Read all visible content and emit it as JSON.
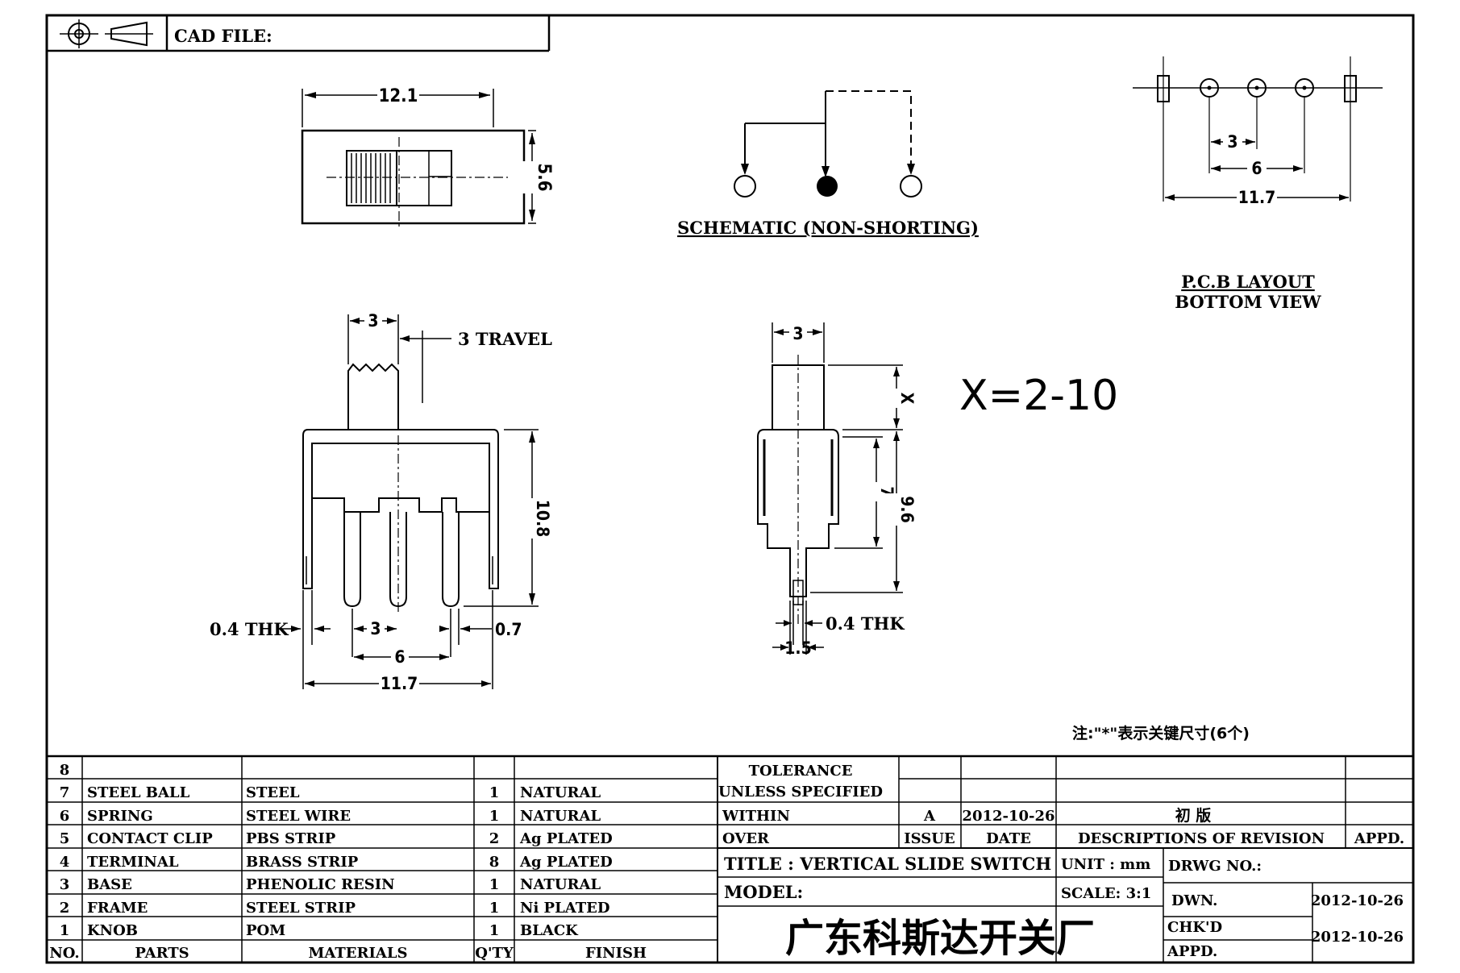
{
  "header": {
    "cad_file_label": "CAD FILE:"
  },
  "top_view": {
    "width_dim": "12.1",
    "height_dim": "5.6"
  },
  "schematic": {
    "title": "SCHEMATIC (NON-SHORTING)"
  },
  "pcb": {
    "dim_3": "3",
    "dim_6": "6",
    "dim_11_7": "11.7",
    "title_line1": "P.C.B LAYOUT",
    "title_line2": "BOTTOM VIEW"
  },
  "front_view": {
    "dim_knob": "3",
    "travel": "3 TRAVEL",
    "dim_10_8": "10.8",
    "thk": "0.4 THK",
    "dim_3": "3",
    "dim_6": "6",
    "dim_0_7": "0.7",
    "dim_11_7": "11.7"
  },
  "side_view": {
    "dim_knob": "3",
    "dim_x": "X",
    "dim_7": "7",
    "dim_9_6": "9.6",
    "thk": "0.4 THK",
    "dim_1_5": "1.5"
  },
  "x_range": "X=2-10",
  "note": "注:\"*\"表示关键尺寸(6个)",
  "bom": {
    "rows": [
      {
        "no": "8",
        "part": "",
        "material": "",
        "qty": "",
        "finish": ""
      },
      {
        "no": "7",
        "part": "STEEL BALL",
        "material": "STEEL",
        "qty": "1",
        "finish": "NATURAL"
      },
      {
        "no": "6",
        "part": "SPRING",
        "material": "STEEL WIRE",
        "qty": "1",
        "finish": "NATURAL"
      },
      {
        "no": "5",
        "part": "CONTACT CLIP",
        "material": "PBS STRIP",
        "qty": "2",
        "finish": "Ag PLATED"
      },
      {
        "no": "4",
        "part": "TERMINAL",
        "material": "BRASS STRIP",
        "qty": "8",
        "finish": "Ag PLATED"
      },
      {
        "no": "3",
        "part": "BASE",
        "material": "PHENOLIC RESIN",
        "qty": "1",
        "finish": "NATURAL"
      },
      {
        "no": "2",
        "part": "FRAME",
        "material": "STEEL STRIP",
        "qty": "1",
        "finish": "Ni PLATED"
      },
      {
        "no": "1",
        "part": "KNOB",
        "material": "POM",
        "qty": "1",
        "finish": "BLACK"
      }
    ],
    "header": {
      "no": "NO.",
      "part": "PARTS",
      "material": "MATERIALS",
      "qty": "Q'TY",
      "finish": "FINISH"
    }
  },
  "tolerance": {
    "title_line1": "TOLERANCE",
    "title_line2": "UNLESS   SPECIFIED",
    "within": "WITHIN",
    "over": "OVER"
  },
  "revision": {
    "issue_value": "A",
    "date_value": "2012-10-26",
    "description_value": "初   版",
    "issue_label": "ISSUE",
    "date_label": "DATE",
    "description_label": "DESCRIPTIONS OF REVISION",
    "appd_label": "APPD."
  },
  "title_block": {
    "title": "TITLE :   VERTICAL  SLIDE  SWITCH",
    "unit": "UNIT :   mm",
    "drwg_no": "DRWG NO.:",
    "model": "MODEL:",
    "scale": "SCALE:  3:1",
    "dwn_label": "DWN.",
    "dwn_date": "2012-10-26",
    "company": "广东科斯达开关厂",
    "chkd_label": "CHK'D",
    "chkd_date": "2012-10-26",
    "appd_label": "APPD."
  }
}
